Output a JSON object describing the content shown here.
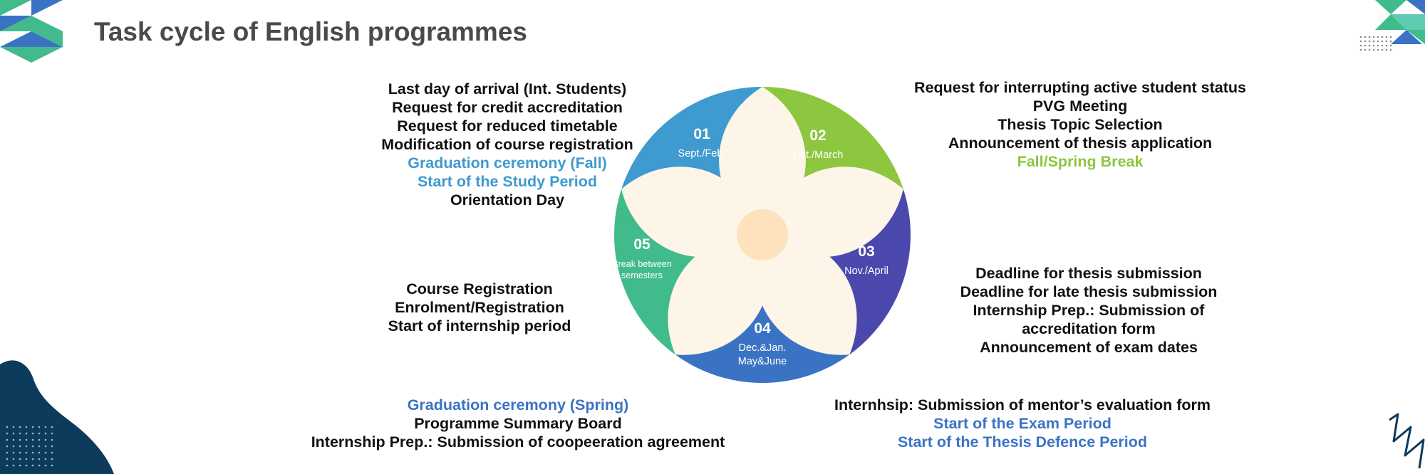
{
  "title": "Task cycle of English programmes",
  "colors": {
    "sept_feb": "#3f9ad0",
    "oct_march": "#8dc63f",
    "nov_april": "#4b48ad",
    "dec_jan": "#3b73c4",
    "break": "#41bb8c",
    "petal": "#fdf5e8",
    "hub": "#fde2bd"
  },
  "cycle": [
    {
      "number": "01",
      "label": [
        "Sept./Feb."
      ]
    },
    {
      "number": "02",
      "label": [
        "Oct./March"
      ]
    },
    {
      "number": "03",
      "label": [
        "Nov./April"
      ]
    },
    {
      "number": "04",
      "label": [
        "Dec.&Jan.",
        "May&June"
      ]
    },
    {
      "number": "05",
      "label": [
        "Break between",
        "semesters"
      ]
    }
  ],
  "groups": {
    "top_left": [
      "Last day of arrival (Int. Students)",
      "Request for credit accreditation",
      "Request for reduced timetable",
      "Modification of course registration",
      "Graduation ceremony (Fall)",
      "Start of  the Study Period",
      "Orientation Day"
    ],
    "top_right": [
      "Request for interrupting active student status",
      "PVG Meeting",
      "Thesis Topic Selection",
      "Announcement of thesis application",
      "Fall/Spring Break"
    ],
    "mid_left": [
      "Course Registration",
      "Enrolment/Registration",
      "Start of internship period"
    ],
    "mid_right": [
      "Deadline for thesis submission",
      "Deadline for late thesis submission",
      "Internship Prep.: Submission of",
      "accreditation form",
      "Announcement of exam dates"
    ],
    "bottom_left": [
      "Graduation ceremony (Spring)",
      "Programme Summary Board",
      "Internship Prep.: Submission of coopeeration agreement"
    ],
    "bottom_right": [
      "Internhsip: Submission of mentor’s evaluation form",
      "Start of  the Exam Period",
      "Start of  the Thesis Defence Period"
    ]
  }
}
